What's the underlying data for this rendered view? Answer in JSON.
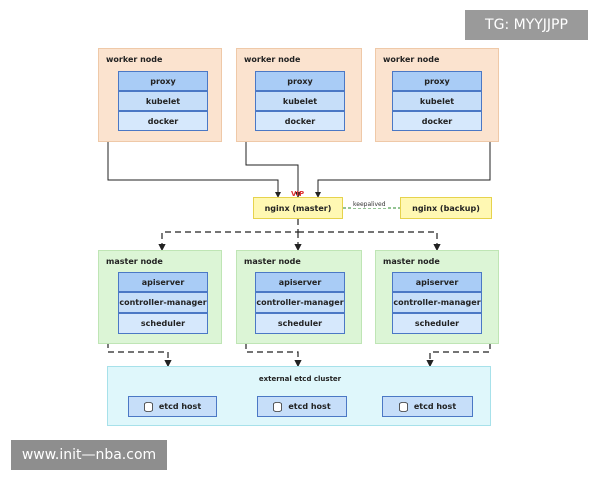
{
  "workers": [
    {
      "title": "worker node",
      "components": [
        "proxy",
        "kubelet",
        "docker"
      ]
    },
    {
      "title": "worker node",
      "components": [
        "proxy",
        "kubelet",
        "docker"
      ]
    },
    {
      "title": "worker node",
      "components": [
        "proxy",
        "kubelet",
        "docker"
      ]
    }
  ],
  "lb": {
    "vip": "VIP",
    "master_label": "nginx  (master)",
    "backup_label": "nginx  (backup)",
    "keepalived": "keepalived"
  },
  "masters": [
    {
      "title": "master node",
      "components": [
        "apiserver",
        "controller-manager",
        "scheduler"
      ]
    },
    {
      "title": "master node",
      "components": [
        "apiserver",
        "controller-manager",
        "scheduler"
      ]
    },
    {
      "title": "master node",
      "components": [
        "apiserver",
        "controller-manager",
        "scheduler"
      ]
    }
  ],
  "etcd": {
    "title": "external etcd cluster",
    "hosts": [
      "etcd host",
      "etcd host",
      "etcd host"
    ]
  },
  "watermarks": {
    "top": "TG: MYYJJPP",
    "bottom": "www.init—nba.com"
  },
  "colors": {
    "worker_bg": "#fbe3cf",
    "master_bg": "#dcf5d6",
    "etcd_bg": "#dff7fb",
    "component_bg": "#c6def9",
    "nginx_bg": "#fff8b3",
    "vip": "#dd3333"
  },
  "icons": {
    "etcd_host_icon": "database-cylinder-icon"
  }
}
